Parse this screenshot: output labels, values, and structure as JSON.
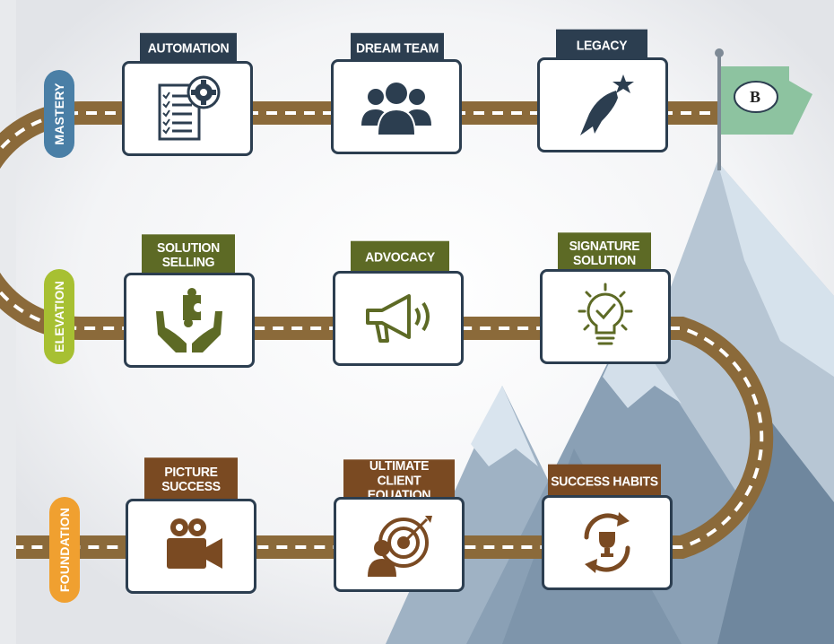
{
  "roadmap": {
    "levels": [
      {
        "name": "MASTERY",
        "color": "#4a7fa6"
      },
      {
        "name": "ELEVATION",
        "color": "#a7c032"
      },
      {
        "name": "FOUNDATION",
        "color": "#f0a030"
      }
    ],
    "steps": [
      {
        "label": "AUTOMATION",
        "icon": "checklist-gear-icon",
        "color": "#2c3e50"
      },
      {
        "label": "DREAM TEAM",
        "icon": "team-icon",
        "color": "#2c3e50"
      },
      {
        "label": "LEGACY",
        "icon": "shooting-star-icon",
        "color": "#2c3e50"
      },
      {
        "label": "SOLUTION SELLING",
        "icon": "hands-puzzle-icon",
        "color": "#5d6a25"
      },
      {
        "label": "ADVOCACY",
        "icon": "megaphone-icon",
        "color": "#5d6a25"
      },
      {
        "label": "SIGNATURE SOLUTION",
        "icon": "lightbulb-icon",
        "color": "#5d6a25"
      },
      {
        "label": "PICTURE SUCCESS",
        "icon": "video-camera-icon",
        "color": "#7a4a22"
      },
      {
        "label": "ULTIMATE CLIENT EQUATION",
        "icon": "target-person-icon",
        "color": "#7a4a22"
      },
      {
        "label": "SUCCESS HABITS",
        "icon": "trophy-cycle-icon",
        "color": "#7a4a22"
      }
    ],
    "flag": {
      "letter": "B",
      "color": "#8dc3a0"
    }
  }
}
